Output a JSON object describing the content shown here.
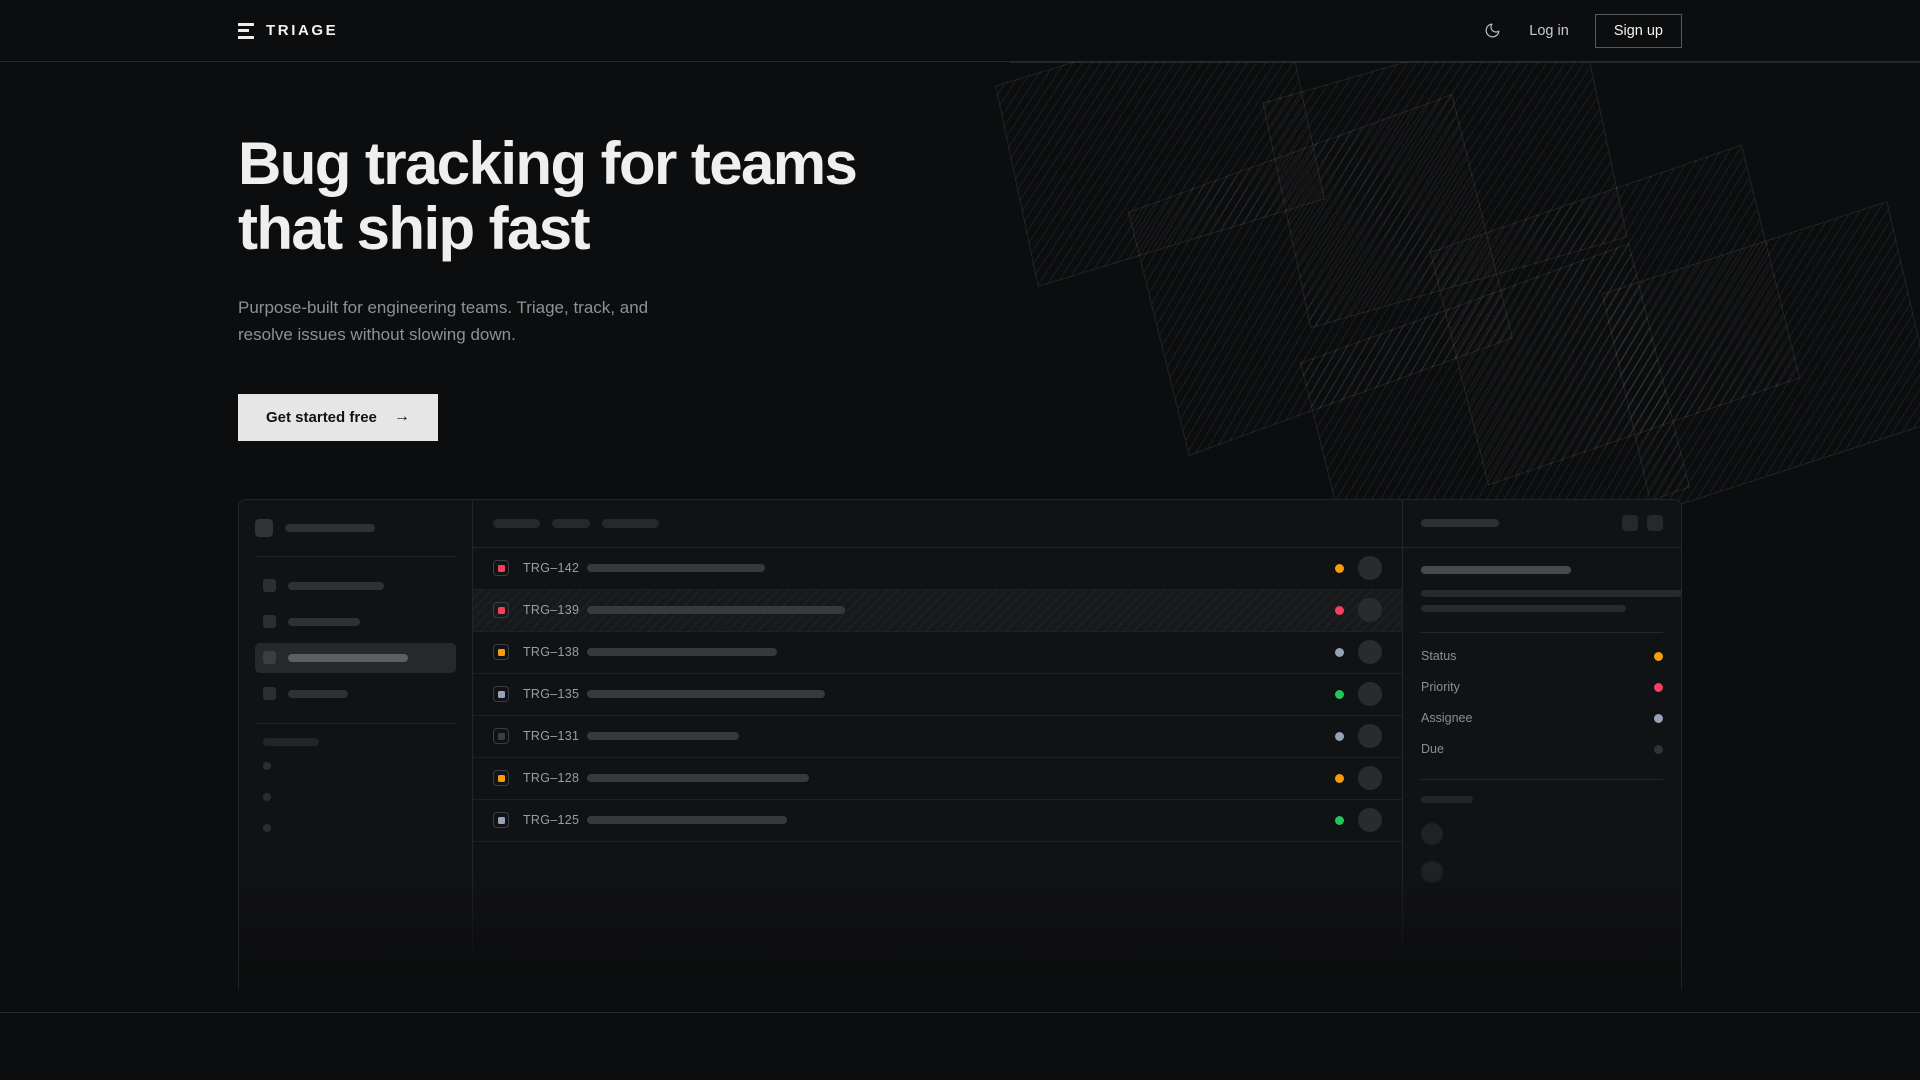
{
  "header": {
    "brand": "TRIAGE",
    "brand_icon": "stacked-bars-icon",
    "theme_toggle_icon": "moon-icon",
    "login_label": "Log in",
    "signup_label": "Sign up"
  },
  "hero": {
    "title": "Bug tracking for teams\nthat ship fast",
    "subtitle": "Purpose-built for engineering teams. Triage, track, and\nresolve issues without slowing down.",
    "cta_label": "Get started free",
    "cta_arrow": "→"
  },
  "colors": {
    "page_bg": "#0C0D0E",
    "panel_bg": "#111214",
    "border": "#232527",
    "text_primary": "#EFEFEF",
    "text_muted": "#8E9194",
    "cta_bg": "#E6E6E6",
    "priority_high": "#F43F5E",
    "priority_medium": "#F59E0B",
    "priority_low": "#94A3B8",
    "priority_none": "#3A3D41",
    "status_done": "#22C55E",
    "status_progress": "#F59E0B",
    "status_todo": "#94A3B8",
    "status_backlog": "#3A3D41"
  },
  "mockup": {
    "sidebar": {
      "app_icon": "app-square-icon",
      "title_width": 90,
      "nav_items": [
        {
          "width": 96,
          "active": false
        },
        {
          "width": 72,
          "active": false
        },
        {
          "width": 120,
          "active": true
        },
        {
          "width": 60,
          "active": false
        }
      ],
      "section_label_width": 56,
      "dot_count": 3
    },
    "toolbar": {
      "chips": [
        47,
        38,
        57
      ]
    },
    "issues": [
      {
        "key": "TRG–142",
        "priority": "#F43F5E",
        "title_width": 178,
        "status": "#F59E0B",
        "selected": false
      },
      {
        "key": "TRG–139",
        "priority": "#F43F5E",
        "title_width": 258,
        "status": "#F43F5E",
        "selected": true
      },
      {
        "key": "TRG–138",
        "priority": "#F59E0B",
        "title_width": 190,
        "status": "#94A3B8",
        "selected": false
      },
      {
        "key": "TRG–135",
        "priority": "#94A3B8",
        "title_width": 238,
        "status": "#22C55E",
        "selected": false
      },
      {
        "key": "TRG–131",
        "priority": "#3A3D41",
        "title_width": 152,
        "status": "#94A3B8",
        "selected": false
      },
      {
        "key": "TRG–128",
        "priority": "#F59E0B",
        "title_width": 222,
        "status": "#F59E0B",
        "selected": false
      },
      {
        "key": "TRG–125",
        "priority": "#94A3B8",
        "title_width": 200,
        "status": "#22C55E",
        "selected": false
      }
    ],
    "detail": {
      "header_title_width": 78,
      "action_icons": [
        "more-square-icon",
        "expand-square-icon"
      ],
      "issue_title_width": 150,
      "description_lines": [
        262,
        205
      ],
      "meta": [
        {
          "label": "Status",
          "value_color": "#F59E0B"
        },
        {
          "label": "Priority",
          "value_color": "#F43F5E"
        },
        {
          "label": "Assignee",
          "value_color": "#94A3B8"
        },
        {
          "label": "Due",
          "value_color": "#3A3D41"
        }
      ],
      "comments_label_width": 52,
      "comment_count": 2
    }
  }
}
